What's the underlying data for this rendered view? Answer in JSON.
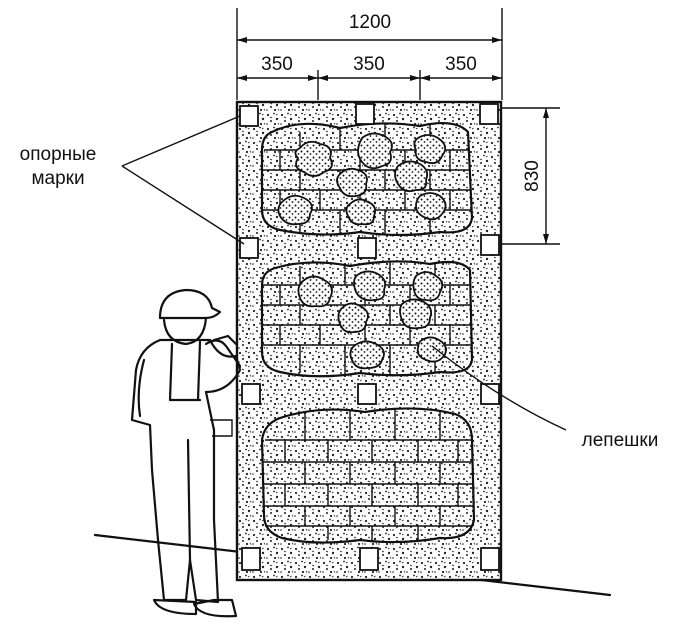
{
  "dimensions": {
    "total_width": "1200",
    "segment_1": "350",
    "segment_2": "350",
    "segment_3": "350",
    "height": "830"
  },
  "labels": {
    "reference_marks_line1": "опорные",
    "reference_marks_line2": "марки",
    "plaster_dabs": "лепешки"
  }
}
